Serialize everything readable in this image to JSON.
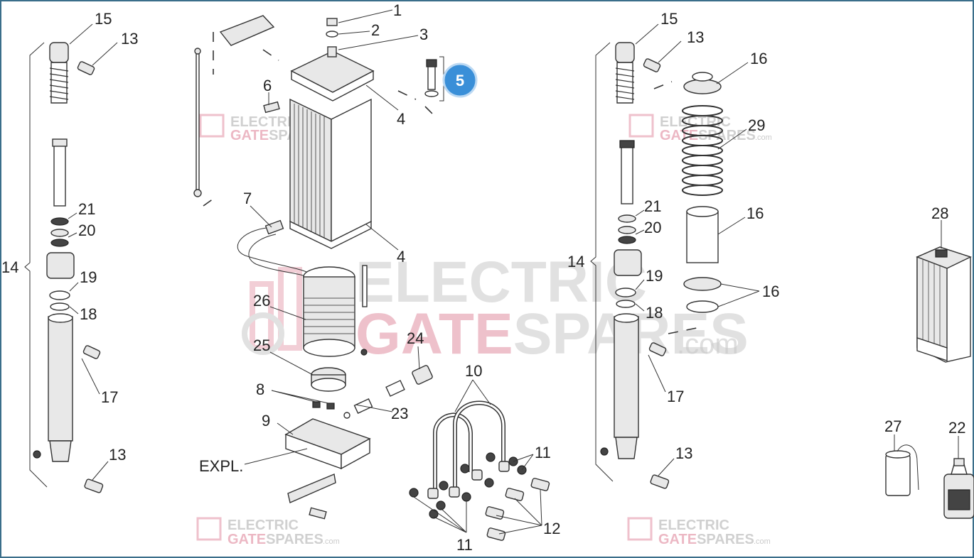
{
  "watermark": {
    "line1": "ELECTRIC",
    "line2_red": "GATE",
    "line2_grey": "SPARES",
    "suffix": ".com"
  },
  "badge": {
    "label": "5",
    "color": "#3a8fd8"
  },
  "labels": {
    "p1": "1",
    "p2": "2",
    "p3": "3",
    "p4a": "4",
    "p4b": "4",
    "p6": "6",
    "p7": "7",
    "p8": "8",
    "p9": "9",
    "p10": "10",
    "p11a": "11",
    "p11b": "11",
    "p12": "12",
    "p13a": "13",
    "p13b": "13",
    "p13c": "13",
    "p13d": "13",
    "p14a": "14",
    "p14b": "14",
    "p15a": "15",
    "p15b": "15",
    "p16a": "16",
    "p16b": "16",
    "p16c": "16",
    "p17a": "17",
    "p17b": "17",
    "p18a": "18",
    "p18b": "18",
    "p19a": "19",
    "p19b": "19",
    "p20a": "20",
    "p20b": "20",
    "p21a": "21",
    "p21b": "21",
    "p22": "22",
    "p23": "23",
    "p24": "24",
    "p25": "25",
    "p26": "26",
    "p27": "27",
    "p28": "28",
    "p29": "29",
    "expl": "EXPL."
  }
}
